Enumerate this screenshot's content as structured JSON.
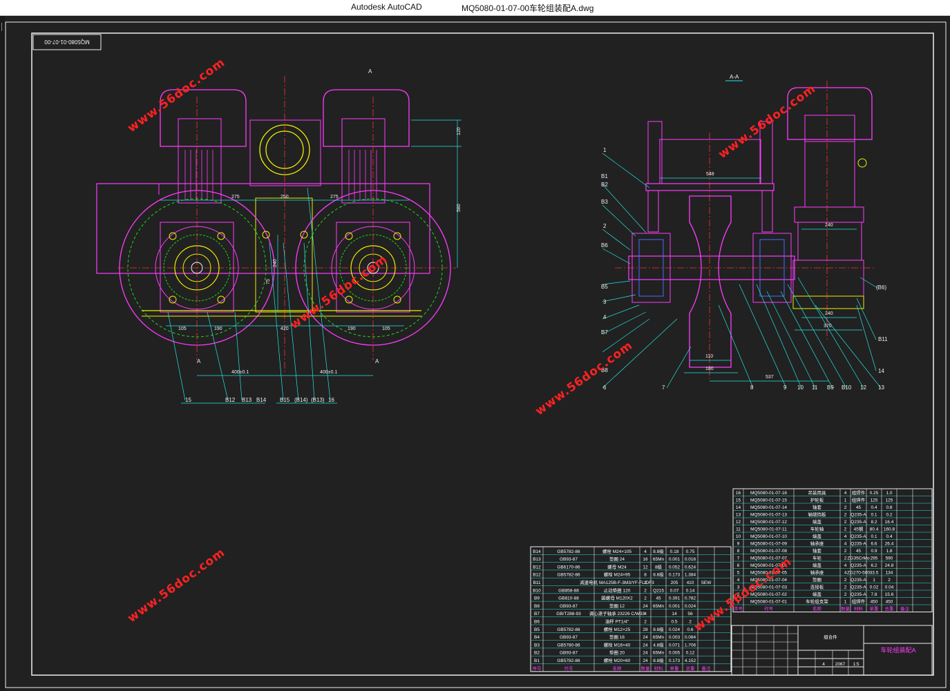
{
  "window": {
    "app_name": "Autodesk AutoCAD",
    "doc_name": "MQ5080-01-07-00车轮组装配A.dwg"
  },
  "drawing": {
    "code_box": "MQ5080-01-07-00",
    "section_mark": "A",
    "section_title": "A-A",
    "watermark": "www.56doc.com",
    "front_view_dims": [
      "120",
      "580",
      "275",
      "250",
      "275",
      "240",
      "75",
      "105",
      "190",
      "420",
      "190",
      "105",
      "400±0.1",
      "400±0.1"
    ],
    "front_view_labels": [
      "15",
      "B12",
      "B13",
      "B14",
      "B15",
      "(B14)",
      "(B13)",
      "16"
    ],
    "side_view_dims": [
      "548",
      "240",
      "110",
      "180",
      "537",
      "240",
      "370"
    ],
    "side_view_labels_left": [
      "1",
      "B1",
      "B2",
      "B3",
      "2",
      "B6",
      "B5",
      "3",
      "4",
      "B7",
      "B8",
      "6"
    ],
    "side_view_labels_bottom": [
      "7",
      "8",
      "9",
      "10",
      "11",
      "B9",
      "B10",
      "12",
      "13",
      "14",
      "B11",
      "(B6)"
    ]
  },
  "bom_left": {
    "rows": [
      [
        "B14",
        "GB5782-86",
        "螺栓 M24×105",
        "4",
        "8.8级",
        "0.18",
        "0.75",
        ""
      ],
      [
        "B13",
        "GB93-87",
        "垫圈 24",
        "16",
        "65Mn",
        "0.001",
        "0.016",
        ""
      ],
      [
        "B12",
        "GB6170-86",
        "螺母 M24",
        "12",
        "8级",
        "0.052",
        "0.624",
        ""
      ],
      [
        "B12",
        "GB5782-86",
        "螺栓 M24×95",
        "8",
        "8.8级",
        "0.173",
        "1.384",
        ""
      ],
      [
        "B11",
        "",
        "减速电机 MA125B-F-3M3/YF-FL/DF3",
        "2",
        "",
        "205",
        "410",
        "SEW"
      ],
      [
        "B10",
        "GB858-88",
        "止动垫圈 120",
        "2",
        "Q215",
        "0.07",
        "0.14",
        ""
      ],
      [
        "B9",
        "GB810-88",
        "圆螺母 M120X2",
        "2",
        "45",
        "0.391",
        "0.782",
        ""
      ],
      [
        "B8",
        "GB93-87",
        "垫圈 12",
        "24",
        "65Mn",
        "0.001",
        "0.024",
        ""
      ],
      [
        "B7",
        "GB/T288-93",
        "调心滚子轴承 23226 C/W33",
        "4",
        "",
        "14",
        "56",
        ""
      ],
      [
        "B6",
        "",
        "油杯 PT1/4\"",
        "2",
        "",
        "0.5",
        "2",
        ""
      ],
      [
        "B5",
        "GB5782-86",
        "螺栓 M12×25",
        "28",
        "8.8级",
        "0.024",
        "0.6",
        ""
      ],
      [
        "B4",
        "GB93-87",
        "垫圈 16",
        "24",
        "65Mn",
        "0.003",
        "0.084",
        ""
      ],
      [
        "B3",
        "GB5780-86",
        "螺栓 M16×40",
        "24",
        "4.8级",
        "0.071",
        "1.706",
        ""
      ],
      [
        "B2",
        "GB93-87",
        "垫圈 20",
        "24",
        "65Mn",
        "0.005",
        "0.12",
        ""
      ],
      [
        "B1",
        "GB5782-86",
        "螺栓 M20×60",
        "24",
        "8.8级",
        "0.173",
        "4.152",
        ""
      ]
    ],
    "header": [
      "序号",
      "代号",
      "名称",
      "数量",
      "材料",
      "单重",
      "总重",
      "备注"
    ]
  },
  "bom_right": {
    "rows": [
      [
        "16",
        "MQ5080-01-07-16",
        "吊装用具",
        "4",
        "组焊件",
        "0.25",
        "1.0"
      ],
      [
        "15",
        "MQ5080-01-07-15",
        "护轮板",
        "1",
        "组焊件",
        "125",
        "125"
      ],
      [
        "14",
        "MQ5080-01-07-14",
        "轴套",
        "2",
        "45",
        "0.4",
        "0.8"
      ],
      [
        "13",
        "MQ5080-01-07-13",
        "轴端挡板",
        "2",
        "Q235-A",
        "0.1",
        "0.2"
      ],
      [
        "12",
        "MQ5080-01-07-12",
        "端盖",
        "2",
        "Q235-A",
        "8.2",
        "16.4"
      ],
      [
        "11",
        "MQ5080-01-07-11",
        "车轮轴",
        "2",
        "45钢",
        "80.4",
        "160.8"
      ],
      [
        "10",
        "MQ5080-01-07-10",
        "端盖",
        "4",
        "Q235-A",
        "0.1",
        "0.4"
      ],
      [
        "9",
        "MQ5080-01-07-09",
        "轴承座",
        "4",
        "Q235-A",
        "6.6",
        "26.4"
      ],
      [
        "8",
        "MQ5080-01-07-08",
        "轴套",
        "2",
        "45",
        "0.9",
        "1.8"
      ],
      [
        "7",
        "MQ5080-01-07-07",
        "车轮",
        "2",
        "ZG35CrMo",
        "295",
        "590"
      ],
      [
        "6",
        "MQ5080-01-07-06",
        "端盖",
        "4",
        "Q235-A",
        "6.2",
        "24.8"
      ],
      [
        "5",
        "MQ5080-01-07-05",
        "轴承座",
        "4",
        "ZG270-500",
        "33.5",
        "134"
      ],
      [
        "4",
        "MQ5080-01-07-04",
        "垫圈",
        "2",
        "Q235-A",
        "1",
        "2"
      ],
      [
        "3",
        "MQ5080-01-07-03",
        "连接板",
        "2",
        "Q235-A",
        "0.02",
        "0.04"
      ],
      [
        "2",
        "MQ5080-01-07-02",
        "端盖",
        "2",
        "Q235-A",
        "7.8",
        "15.6"
      ],
      [
        "1",
        "MQ5080-01-07-01",
        "车轮组支架",
        "1",
        "组焊件",
        "450",
        "450"
      ]
    ],
    "header": [
      "序号",
      "代号",
      "名称",
      "数量",
      "材料",
      "单重",
      "总重",
      "备注"
    ]
  },
  "title_block": {
    "name": "车轮组装配A",
    "material_label": "组合件",
    "weight": "2067",
    "scale": "1:5",
    "sheet_count": "4"
  },
  "colors": {
    "background": "#212121",
    "magenta": "#ff3cff",
    "cyan": "#26e6e6",
    "yellow": "#f0f000",
    "green": "#1ed81e",
    "white": "#f0f0f0",
    "red_watermark": "#ff2222",
    "blue": "#4b6cff"
  }
}
